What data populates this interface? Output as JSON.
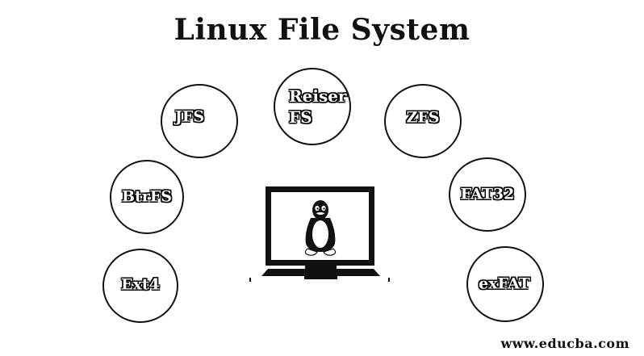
{
  "title": "Linux File System",
  "nodes": {
    "reiserfs": {
      "line1": "Reiser",
      "line2": "FS"
    },
    "jfs": "JFS",
    "zfs": "ZFS",
    "btrfs": "BtrFS",
    "fat32": "FAT32",
    "ext4": "Ext4",
    "exfat": "exFAT"
  },
  "center_icon": "computer-with-tux-penguin-icon",
  "footer": "www.educba.com"
}
